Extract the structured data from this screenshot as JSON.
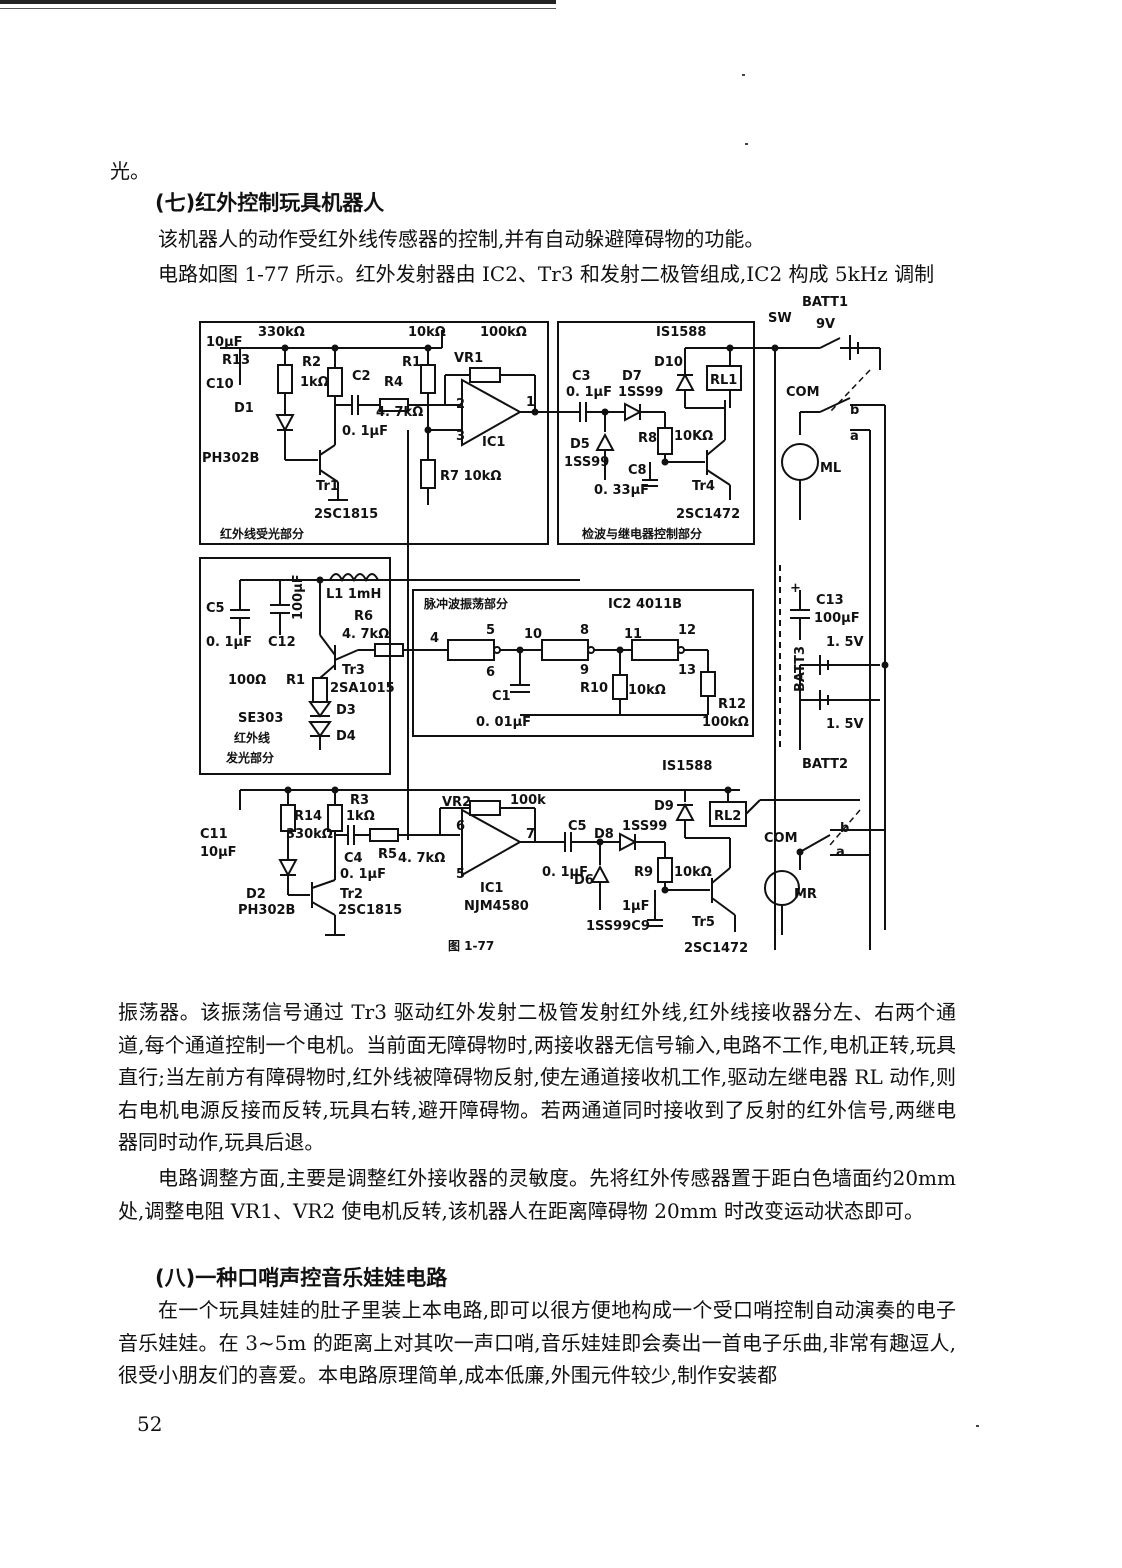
{
  "page": {
    "line_cont": "光。",
    "heading7": "(七)红外控制玩具机器人",
    "p1": "该机器人的动作受红外线传感器的控制,并有自动躲避障碍物的功能。",
    "p2_line1": "电路如图 1-77 所示。红外发射器由 IC2、Tr3 和发射二极管组成,IC2 构成 5kHz 调制",
    "p2_cont": "振荡器。该振荡信号通过 Tr3 驱动红外发射二极管发射红外线,红外线接收器分左、右两个通道,每个通道控制一个电机。当前面无障碍物时,两接收器无信号输入,电路不工作,电机正转,玩具直行;当左前方有障碍物时,红外线被障碍物反射,使左通道接收机工作,驱动左继电器 RL 动作,则右电机电源反接而反转,玩具右转,避开障碍物。若两通道同时接收到了反射的红外信号,两继电器同时动作,玩具后退。",
    "p3": "电路调整方面,主要是调整红外接收器的灵敏度。先将红外传感器置于距白色墙面约20mm 处,调整电阻 VR1、VR2 使电机反转,该机器人在距离障碍物 20mm 时改变运动状态即可。",
    "heading8": "(八)一种口哨声控音乐娃娃电路",
    "p4": "在一个玩具娃娃的肚子里装上本电路,即可以很方便地构成一个受口哨控制自动演奏的电子音乐娃娃。在 3~5m 的距离上对其吹一声口哨,音乐娃娃即会奏出一首电子乐曲,非常有趣逗人,很受小朋友们的喜爱。本电路原理简单,成本低廉,外围元件较少,制作安装都",
    "page_number": "52"
  },
  "figure": {
    "caption": "图 1-77",
    "sections": {
      "ir_receive": "红外线受光部分",
      "detect_relay": "检波与继电器控制部分",
      "pulse_osc": "脉冲波振荡部分",
      "ir_emit_1": "红外线",
      "ir_emit_2": "发光部分"
    },
    "top": {
      "c10": "10μF",
      "c10_name": "C10",
      "r13_val": "330kΩ",
      "r13": "R13",
      "r2": "R2",
      "r2_val": "1kΩ",
      "d1": "D1",
      "ph1": "PH302B",
      "tr1": "Tr1",
      "tr1_type": "2SC1815",
      "c2": "C2",
      "c2_val": "0. 1μF",
      "r4": "R4",
      "r4_val": "4. 7kΩ",
      "r1": "R1",
      "r1_val": "10kΩ",
      "vr1": "VR1",
      "vr1_val": "100kΩ",
      "ic1": "IC1",
      "r7": "R7 10kΩ",
      "pin1": "1",
      "pin2": "2",
      "pin3": "3",
      "is1588": "IS1588",
      "c3": "C3",
      "c3_val": "0. 1μF",
      "d7": "D7",
      "d7_type": "1SS99",
      "d10": "D10",
      "rl1": "RL1",
      "r8": "R8",
      "r8_val": "10KΩ",
      "d5": "D5",
      "d5_type": "1SS99",
      "c8": "C8",
      "c8_val": "0. 33μF",
      "tr4": "Tr4",
      "tr4_type": "2SC1472"
    },
    "right": {
      "batt1": "BATT1",
      "sw": "SW",
      "v9": "9V",
      "com1": "COM",
      "b1": "b",
      "a1": "a",
      "ml": "ML",
      "c13": "C13",
      "c13_val": "100μF",
      "batt3": "BATT3",
      "v15a": "1. 5V",
      "v15b": "1. 5V",
      "batt2": "BATT2",
      "com2": "COM",
      "b2": "b",
      "a2": "a",
      "mr": "MR",
      "plus": "+"
    },
    "middle": {
      "c5": "C5",
      "c5_val": "0. 1μF",
      "c12": "C12",
      "c12_val": "100μF",
      "l1": "L1 1mH",
      "r6": "R6",
      "r6_val": "4. 7kΩ",
      "tr3": "Tr3",
      "tr3_type": "2SA1015",
      "r1": "R1",
      "r1_val": "100Ω",
      "se303": "SE303",
      "d3": "D3",
      "d4": "D4",
      "ic2": "IC2  4011B",
      "c1": "C1",
      "c1_val": "0. 01μF",
      "r10": "R10",
      "r10_val": "10kΩ",
      "r12": "R12",
      "r12_val": "100kΩ",
      "pins": [
        "4",
        "5",
        "6",
        "10",
        "8",
        "9",
        "11",
        "12",
        "13"
      ]
    },
    "bottom": {
      "c11": "C11",
      "c11_val": "10μF",
      "r14": "R14",
      "r14_val": "330kΩ",
      "r3": "R3",
      "r3_val": "1kΩ",
      "c4": "C4",
      "c4_val": "0. 1μF",
      "r5": "R5",
      "r5_val": "4. 7kΩ",
      "vr2": "VR2",
      "vr2_val": "100k",
      "ic1": "IC1",
      "ic1_type": "NJM4580",
      "pin5": "5",
      "pin6": "6",
      "pin7": "7",
      "d2": "D2",
      "ph2": "PH302B",
      "tr2": "Tr2",
      "tr2_type": "2SC1815",
      "is1588": "IS1588",
      "c5": "C5",
      "c5_val": "0. 1μF",
      "d8": "D8",
      "d8_type": "1SS99",
      "d9": "D9",
      "rl2": "RL2",
      "r9": "R9",
      "r9_val": "10kΩ",
      "d6": "D6",
      "c9": "1μF",
      "c9_type": "1SS99C9",
      "tr5": "Tr5",
      "tr5_type": "2SC1472"
    }
  }
}
